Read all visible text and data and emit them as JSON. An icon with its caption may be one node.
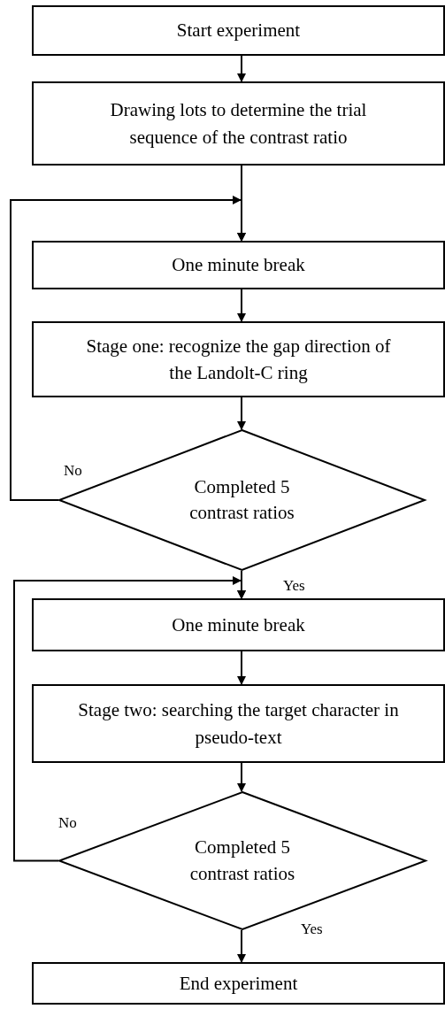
{
  "diagram": {
    "nodes": [
      {
        "text": [
          "Start experiment"
        ]
      },
      {
        "text": [
          "Drawing lots to determine the trial sequence of the contrast ratio"
        ]
      },
      {
        "text": [
          "One minute break"
        ]
      },
      {
        "text": [
          "Stage one: recognize the gap direction of the Landolt-C ring"
        ]
      },
      {
        "text": [
          "Completed 5 contrast ratios"
        ]
      },
      {
        "text": [
          "One minute break"
        ]
      },
      {
        "text": [
          "Stage two: searching the target character in pseudo-text"
        ]
      },
      {
        "text": [
          "Completed 5 contrast ratios"
        ]
      },
      {
        "text": [
          "End experiment"
        ]
      }
    ],
    "edges": [
      {
        "from": 0,
        "to": 1,
        "arrow": "to"
      },
      {
        "from": 1,
        "to": 2,
        "arrow": "to"
      },
      {
        "from": 4,
        "to": 2,
        "arrow": "to",
        "label": "No"
      },
      {
        "from": 2,
        "to": 3,
        "arrow": "to"
      },
      {
        "from": 3,
        "to": 4,
        "arrow": "to"
      },
      {
        "from": 4,
        "to": 5,
        "arrow": "to",
        "label": "Yes"
      },
      {
        "from": 5,
        "to": 6,
        "arrow": "to"
      },
      {
        "from": 6,
        "to": 7,
        "arrow": "to"
      },
      {
        "from": 7,
        "to": 5,
        "arrow": "to",
        "label": "No"
      },
      {
        "from": 7,
        "to": 8,
        "arrow": "to",
        "label": "Yes"
      }
    ]
  }
}
